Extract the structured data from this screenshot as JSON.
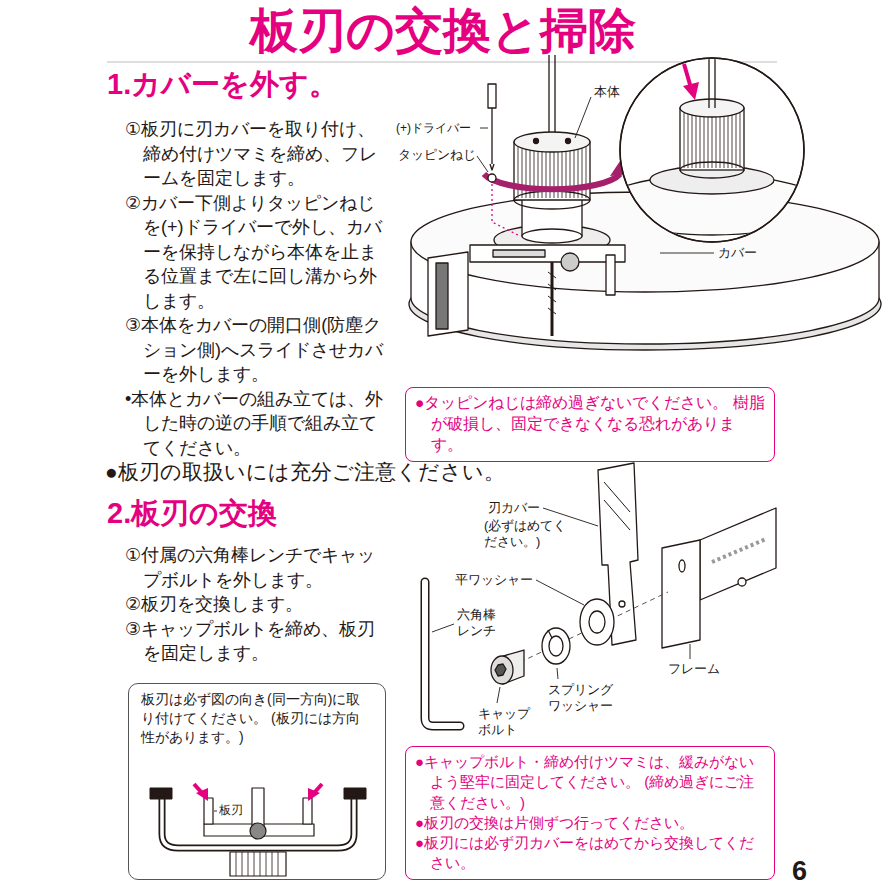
{
  "diagram": {
    "title": "板刃の交換と掃除",
    "nodes": [
      {
        "text": [
          "●タッピンねじは締め過ぎないでください。 樹脂が破損し、固定できなくなる恐れがあります。"
        ]
      },
      {
        "text": [
          "板刃は必ず図の向き(同一方向)に取り付けてください。 (板刃には方向性があります。)"
        ]
      },
      {
        "text": [
          "●キャップボルト・締め付けツマミは、緩みがないよう堅牢に固定してください。 (締め過ぎにご注意ください。)",
          "●板刃の交換は片側ずつ行ってください。",
          "●板刃には必ず刃カバーをはめてから交換してください。"
        ]
      }
    ],
    "labels": [
      "1.カバーを外す。",
      "①板刃に刃カバーを取り付け、締め付けツマミを締め、フレームを固定します。",
      "②カバー下側よりタッピンねじを(+)ドライバーで外し、カバーを保持しながら本体を止まる位置まで左に回し溝から外します。",
      "③本体をカバーの開口側(防塵クション側)へスライドさせカバーを外します。",
      "•本体とカバーの組み立ては、外した時の逆の手順で組み立ててください。",
      "(+)ドライバー",
      "タッピンねじ",
      "本体",
      "カバー",
      "●板刃の取扱いには充分ご注意ください。",
      "2.板刃の交換",
      "①付属の六角棒レンチでキャップボルトを外します。",
      "②板刃を交換します。",
      "③キャップボルトを締め、板刃を固定します。",
      "刃カバー",
      "(必ずはめてください。)",
      "平ワッシャー",
      "六角棒レンチ",
      "フレーム",
      "スプリングワッシャー",
      "キャップボルト",
      "板刃",
      "6"
    ]
  }
}
